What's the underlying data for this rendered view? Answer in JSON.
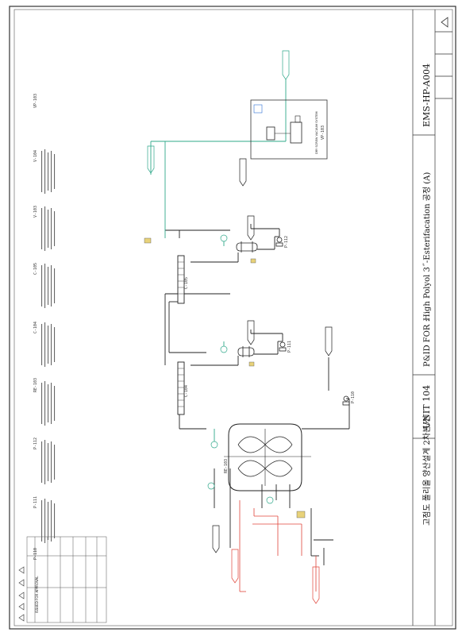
{
  "sheet": {
    "title_prefix": "P&ID FOR :",
    "title": "High Polyol 3˝-Esterifacation 공정 (A)",
    "project": "고점도 폴리올 양산설계 2차본/선",
    "unit": "UNIT 104",
    "drawing_no": "EMS-HP-A004",
    "issue_note": "ISSUED FOR APPROVAL"
  },
  "equipment": {
    "reactor": "RE-103",
    "column1": "C-104",
    "column2": "C-105",
    "vacuum_system": "VP-103",
    "vacuum_caption": "DRY SCREW VACUUM SYSTEM",
    "pump1": "P-112",
    "pump2": "P-111",
    "pump3": "P-110"
  },
  "equipment_list": [
    {
      "tag": "P-110"
    },
    {
      "tag": "P-111"
    },
    {
      "tag": "P-112"
    },
    {
      "tag": "RE-103"
    },
    {
      "tag": "C-104"
    },
    {
      "tag": "C-105"
    },
    {
      "tag": "V-103"
    },
    {
      "tag": "V-104"
    },
    {
      "tag": "VP-103"
    }
  ],
  "colors": {
    "process_line": "#222222",
    "vent_line": "#2fa88a",
    "utility_line": "#e0453a",
    "border": "#333333"
  }
}
